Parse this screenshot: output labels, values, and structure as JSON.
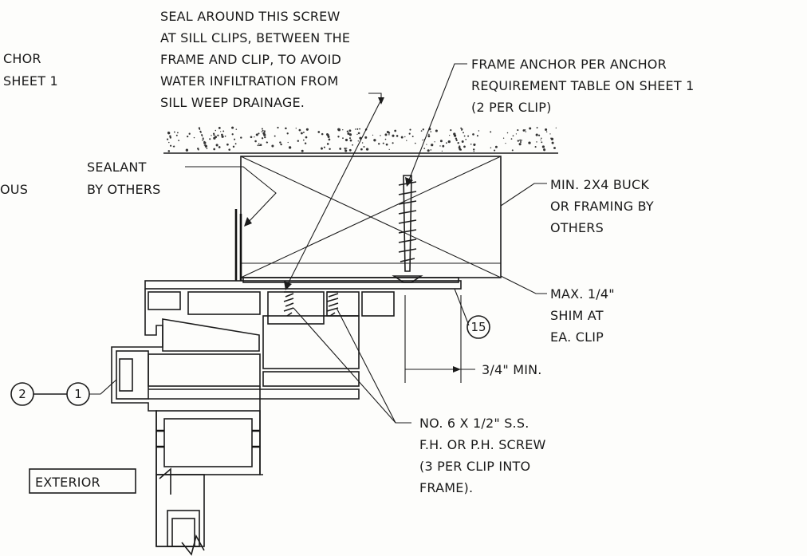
{
  "callouts": {
    "seal_screw": [
      "SEAL AROUND THIS SCREW",
      "AT SILL CLIPS, BETWEEN THE",
      "FRAME AND CLIP, TO AVOID",
      "WATER INFILTRATION FROM",
      "SILL WEEP DRAINAGE."
    ],
    "frame_anchor": [
      "FRAME ANCHOR PER ANCHOR",
      "REQUIREMENT TABLE ON SHEET 1",
      "(2 PER CLIP)"
    ],
    "left_anchor_fragment": [
      "CHOR",
      "SHEET 1"
    ],
    "left_ous_fragment": "OUS",
    "sealant": [
      "SEALANT",
      "BY OTHERS"
    ],
    "buck": [
      "MIN. 2X4 BUCK",
      "OR FRAMING BY",
      "OTHERS"
    ],
    "shim": [
      "MAX. 1/4\"",
      "SHIM AT",
      "EA. CLIP"
    ],
    "dimension": "3/4\" MIN.",
    "screw": [
      "NO. 6 X 1/2\" S.S.",
      "F.H. OR P.H. SCREW",
      "(3 PER CLIP INTO",
      "FRAME)."
    ],
    "exterior": "EXTERIOR"
  },
  "tags": {
    "tag_15": "15",
    "tag_2": "2",
    "tag_1": "1"
  }
}
